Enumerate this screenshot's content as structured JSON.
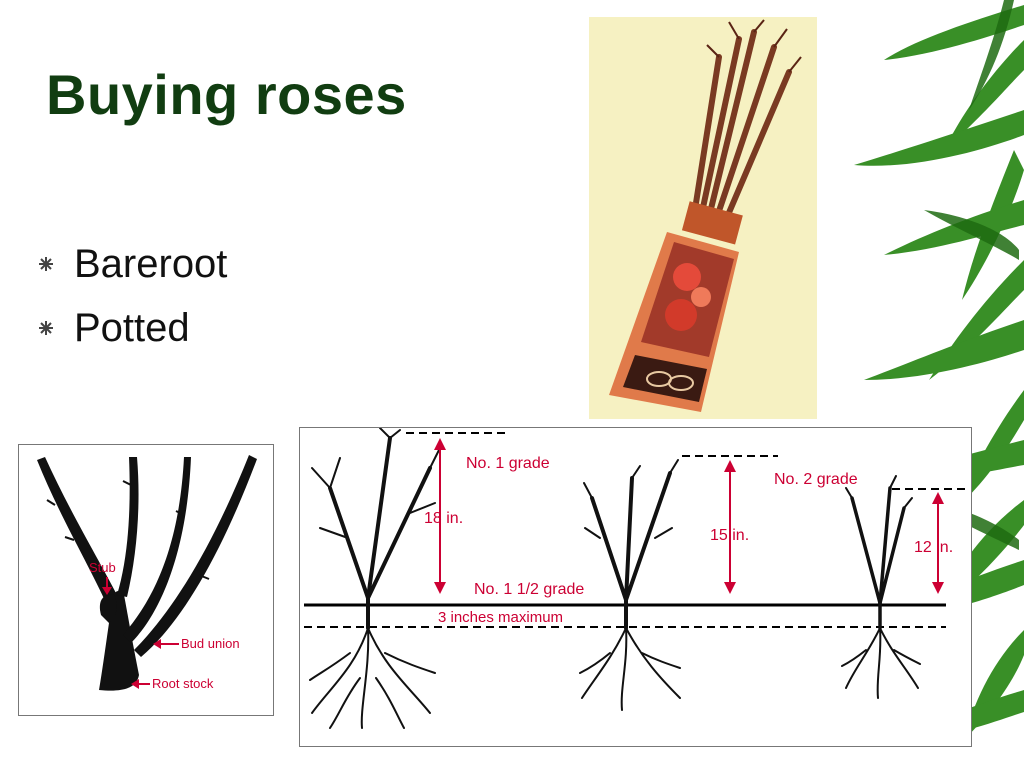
{
  "title": "Buying roses",
  "bullets": [
    {
      "label": "Bareroot",
      "icon": "asterisk-bullet-icon"
    },
    {
      "label": "Potted",
      "icon": "asterisk-bullet-icon"
    }
  ],
  "colors": {
    "title": "#113d11",
    "annotation": "#cc0033",
    "bamboo": "#2f8a1c"
  },
  "bud_union_diagram": {
    "labels": {
      "stub": "Stub",
      "bud_union": "Bud union",
      "root_stock": "Root stock"
    }
  },
  "grades_diagram": {
    "grade_1": "No. 1 grade",
    "grade_1_height": "18 in.",
    "grade_2": "No. 2 grade",
    "grade_2_height": "15 in.",
    "grade_3": "No. 1 1/2 grade",
    "grade_3_height": "12 in.",
    "max_note": "3 inches maximum"
  }
}
